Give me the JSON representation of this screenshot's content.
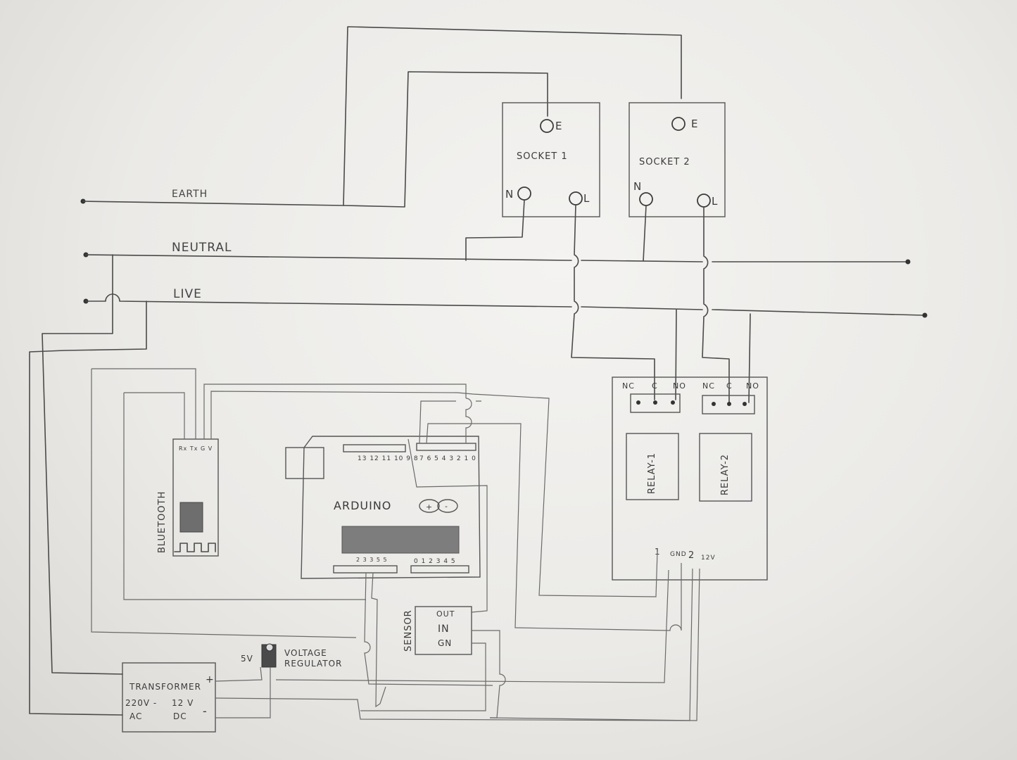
{
  "lines": {
    "earth": "EARTH",
    "neutral": "NEUTRAL",
    "live": "LIVE"
  },
  "socket1": {
    "title": "SOCKET 1",
    "e": "E",
    "n": "N",
    "l": "L"
  },
  "socket2": {
    "title": "SOCKET 2",
    "e": "E",
    "n": "N",
    "l": "L"
  },
  "relay_board": {
    "nc1": "NC",
    "c1": "C",
    "no1": "NO",
    "nc2": "NC",
    "c2": "C",
    "no2": "NO",
    "relay1": "RELAY-1",
    "relay2": "RELAY-2",
    "pin1": "1",
    "gnd": "GND",
    "pin2": "2",
    "v12": "12V"
  },
  "arduino": {
    "name": "ARDUINO",
    "plus": "+",
    "minus": "-",
    "digital_high": "13 12 11 10 9 8",
    "digital_low": "7 6 5 4 3 2 1 0",
    "power_pins": "2 3 3 5 5",
    "analog_pins": "0 1 2 3 4 5"
  },
  "bluetooth": {
    "name": "BLUETOOTH",
    "pins": "Rx Tx G V"
  },
  "sensor": {
    "name": "SENSOR",
    "out": "OUT",
    "in": "IN",
    "gn": "GN"
  },
  "regulator": {
    "label_line1": "VOLTAGE",
    "label_line2": "REGULATOR",
    "volts": "5V"
  },
  "transformer": {
    "name": "TRANSFORMER",
    "in_v": "220V -",
    "in_t": "AC",
    "out_v": "12 V",
    "out_t": "DC",
    "plus": "+",
    "minus": "-"
  }
}
